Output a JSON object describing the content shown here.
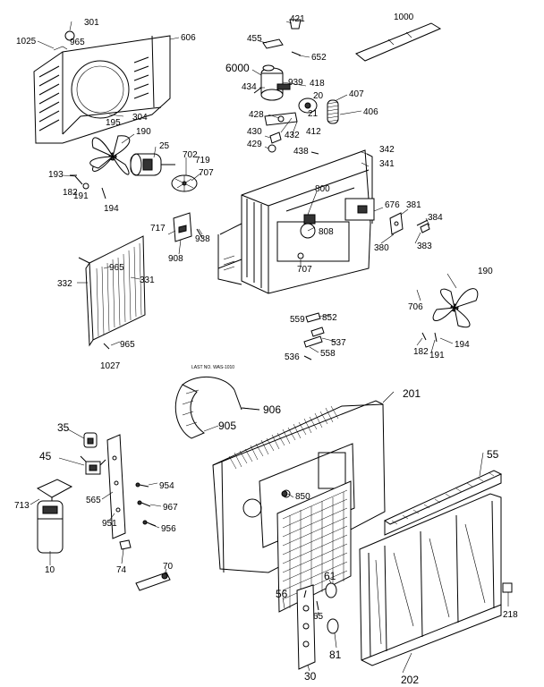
{
  "labels": [
    {
      "id": "l301",
      "text": "301"
    },
    {
      "id": "l1025",
      "text": "1025"
    },
    {
      "id": "l965a",
      "text": "965"
    },
    {
      "id": "l606",
      "text": "606"
    },
    {
      "id": "l304",
      "text": "304"
    },
    {
      "id": "l195",
      "text": "195"
    },
    {
      "id": "l190a",
      "text": "190"
    },
    {
      "id": "l25",
      "text": "25"
    },
    {
      "id": "l702",
      "text": "702"
    },
    {
      "id": "l719",
      "text": "719"
    },
    {
      "id": "l707",
      "text": "707"
    },
    {
      "id": "l193",
      "text": "193"
    },
    {
      "id": "l182a",
      "text": "182"
    },
    {
      "id": "l191a",
      "text": "191"
    },
    {
      "id": "l194a",
      "text": "194"
    },
    {
      "id": "l421",
      "text": "421"
    },
    {
      "id": "l455",
      "text": "455"
    },
    {
      "id": "l652",
      "text": "652"
    },
    {
      "id": "l1000",
      "text": "1000"
    },
    {
      "id": "l6000",
      "text": "6000"
    },
    {
      "id": "l939",
      "text": "939"
    },
    {
      "id": "l418",
      "text": "418"
    },
    {
      "id": "l434",
      "text": "434"
    },
    {
      "id": "l20",
      "text": "20"
    },
    {
      "id": "l407",
      "text": "407"
    },
    {
      "id": "l406",
      "text": "406"
    },
    {
      "id": "l428",
      "text": "428"
    },
    {
      "id": "l21",
      "text": "21"
    },
    {
      "id": "l412",
      "text": "412"
    },
    {
      "id": "l432",
      "text": "432"
    },
    {
      "id": "l430",
      "text": "430"
    },
    {
      "id": "l429",
      "text": "429"
    },
    {
      "id": "l438",
      "text": "438"
    },
    {
      "id": "l342",
      "text": "342"
    },
    {
      "id": "l341",
      "text": "341"
    },
    {
      "id": "l800",
      "text": "800"
    },
    {
      "id": "l676",
      "text": "676"
    },
    {
      "id": "l381",
      "text": "381"
    },
    {
      "id": "l384",
      "text": "384"
    },
    {
      "id": "l383",
      "text": "383"
    },
    {
      "id": "l380",
      "text": "380"
    },
    {
      "id": "l808",
      "text": "808"
    },
    {
      "id": "l717",
      "text": "717"
    },
    {
      "id": "l938",
      "text": "938"
    },
    {
      "id": "l908",
      "text": "908"
    },
    {
      "id": "l707b",
      "text": "707"
    },
    {
      "id": "l332",
      "text": "332"
    },
    {
      "id": "l965b",
      "text": "965"
    },
    {
      "id": "l331",
      "text": "331"
    },
    {
      "id": "l965c",
      "text": "965"
    },
    {
      "id": "l1027",
      "text": "1027"
    },
    {
      "id": "l190b",
      "text": "190"
    },
    {
      "id": "l706",
      "text": "706"
    },
    {
      "id": "l559",
      "text": "559"
    },
    {
      "id": "l852",
      "text": "852"
    },
    {
      "id": "l537",
      "text": "537"
    },
    {
      "id": "l536",
      "text": "536"
    },
    {
      "id": "l558",
      "text": "558"
    },
    {
      "id": "l182b",
      "text": "182"
    },
    {
      "id": "l191b",
      "text": "191"
    },
    {
      "id": "l194b",
      "text": "194"
    },
    {
      "id": "l906",
      "text": "906"
    },
    {
      "id": "l905",
      "text": "905"
    },
    {
      "id": "l201",
      "text": "201"
    },
    {
      "id": "l55",
      "text": "55"
    },
    {
      "id": "l35",
      "text": "35"
    },
    {
      "id": "l45",
      "text": "45"
    },
    {
      "id": "l713",
      "text": "713"
    },
    {
      "id": "l10",
      "text": "10"
    },
    {
      "id": "l565",
      "text": "565"
    },
    {
      "id": "l951",
      "text": "951"
    },
    {
      "id": "l954",
      "text": "954"
    },
    {
      "id": "l967",
      "text": "967"
    },
    {
      "id": "l956",
      "text": "956"
    },
    {
      "id": "l74",
      "text": "74"
    },
    {
      "id": "l70",
      "text": "70"
    },
    {
      "id": "l850",
      "text": "850"
    },
    {
      "id": "l56",
      "text": "56"
    },
    {
      "id": "l65",
      "text": "65"
    },
    {
      "id": "l61",
      "text": "61"
    },
    {
      "id": "l81",
      "text": "81"
    },
    {
      "id": "l30",
      "text": "30"
    },
    {
      "id": "l202",
      "text": "202"
    },
    {
      "id": "l218",
      "text": "218"
    }
  ],
  "note": "LAST NO. WAS-1010"
}
